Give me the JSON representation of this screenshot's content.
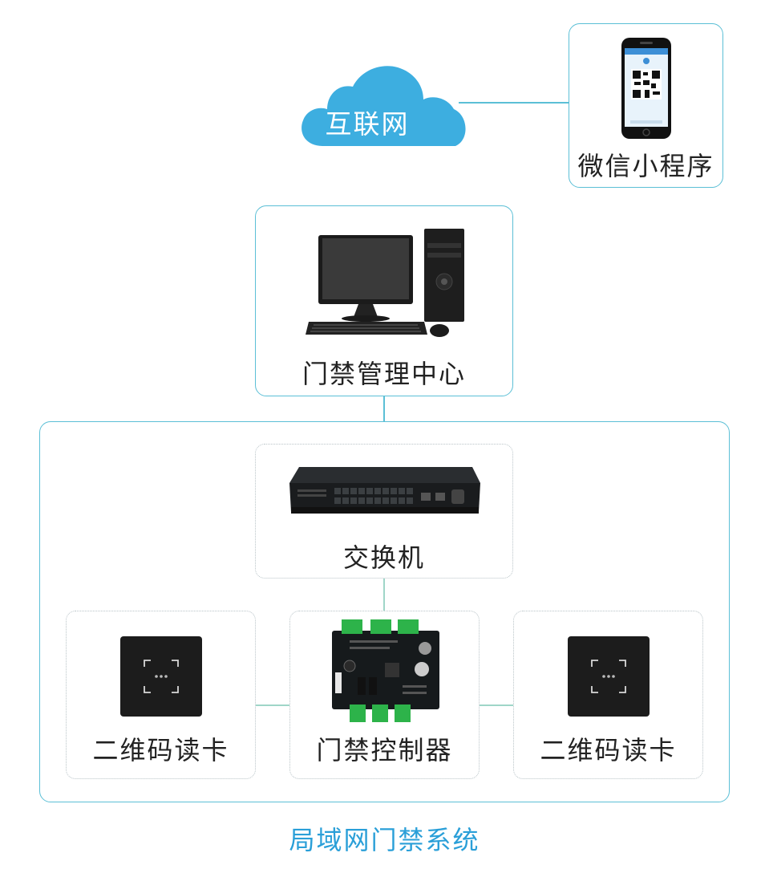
{
  "labels": {
    "internet": "互联网",
    "wechat": "微信小程序",
    "center": "门禁管理中心",
    "switch": "交换机",
    "reader_left": "二维码读卡",
    "controller": "门禁控制器",
    "reader_right": "二维码读卡",
    "system": "局域网门禁系统"
  },
  "colors": {
    "accent": "#5bbfd6",
    "cloud": "#3daee0",
    "system_label": "#2a9fd8"
  },
  "icons": [
    "cloud-icon",
    "phone-qr-icon",
    "computer-icon",
    "network-switch-icon",
    "qr-reader-icon",
    "controller-board-icon"
  ]
}
